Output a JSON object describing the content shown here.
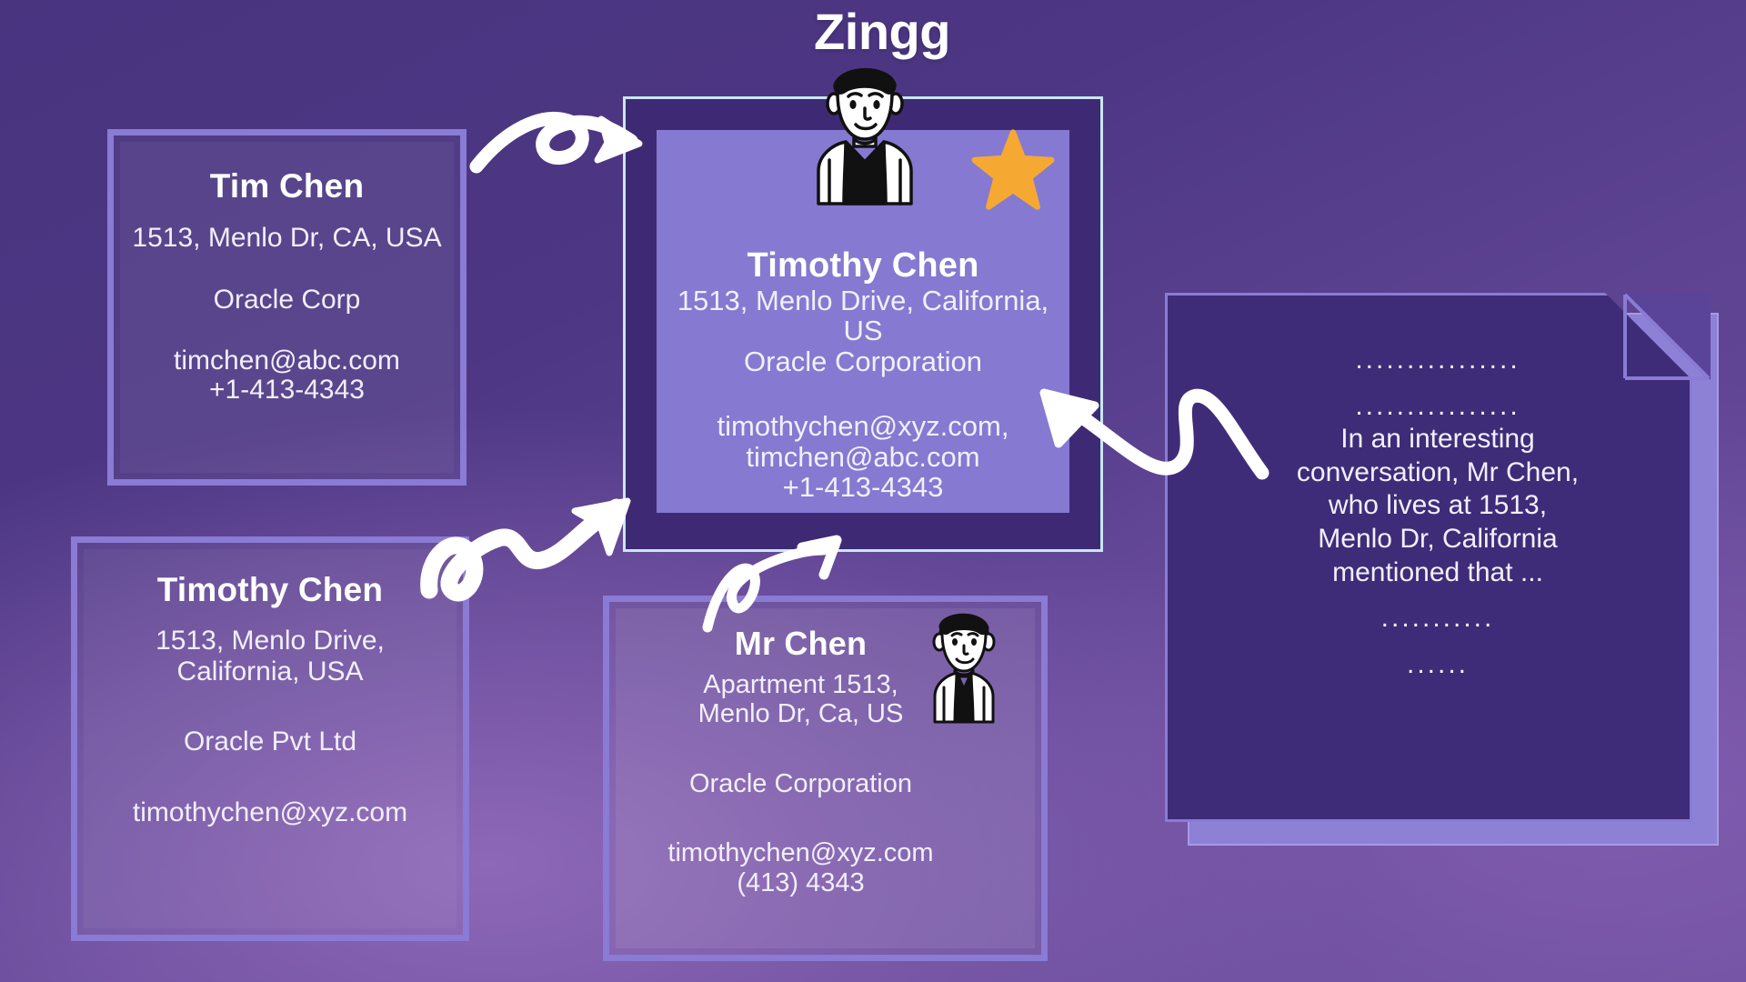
{
  "title": "Zingg",
  "cards": {
    "tim": {
      "name": "Tim Chen",
      "address": "1513, Menlo Dr, CA, USA",
      "company": "Oracle Corp",
      "email": "timchen@abc.com",
      "phone": "+1-413-4343"
    },
    "timothy": {
      "name": "Timothy Chen",
      "address_line1": "1513, Menlo Drive,",
      "address_line2": "California, USA",
      "company": "Oracle Pvt Ltd",
      "email": "timothychen@xyz.com"
    },
    "mrchen": {
      "name": "Mr Chen",
      "address_line1": "Apartment 1513,",
      "address_line2": "Menlo Dr, Ca, US",
      "company": "Oracle Corporation",
      "email": "timothychen@xyz.com",
      "phone": "(413) 4343"
    },
    "center": {
      "name": "Timothy Chen",
      "address_line1": "1513, Menlo Drive, California,",
      "address_line2": "US",
      "company": "Oracle Corporation",
      "email_line1": "timothychen@xyz.com,",
      "email_line2": "timchen@abc.com",
      "phone": "+1-413-4343"
    }
  },
  "document": {
    "dots_top": "................",
    "dots_second": "................",
    "body_line1": "In an interesting",
    "body_line2": "conversation, Mr Chen,",
    "body_line3": "who lives at 1513,",
    "body_line4": "Menlo Dr, California",
    "body_line5": "mentioned that ...",
    "dots_third": "...........",
    "dots_bottom": "......"
  },
  "icons": {
    "star": "star-icon",
    "avatar_center": "person-avatar-icon",
    "avatar_mrchen": "person-avatar-icon",
    "arrow_top": "curved-arrow-icon",
    "arrow_zigzag": "zigzag-arrow-icon",
    "arrow_up": "loop-arrow-icon",
    "arrow_doc": "curved-arrow-icon"
  },
  "colors": {
    "background_dark": "#48347f",
    "background_light": "#6b4d9c",
    "card_border": "#8a7bd4",
    "center_fill": "#8579d1",
    "center_frame": "#3e2a74",
    "center_outline": "#c8e7ef",
    "doc_fill": "#3f2c78",
    "doc_back": "#8d81d6",
    "star": "#f5a932",
    "text": "#ffffff"
  }
}
